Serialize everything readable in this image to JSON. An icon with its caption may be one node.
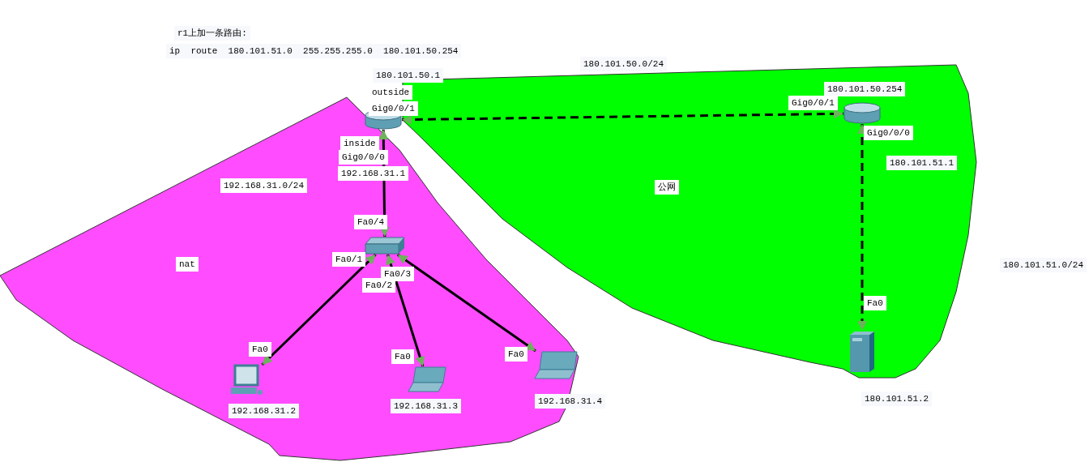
{
  "diagram": {
    "nodes": [
      {
        "text": [
          "192.168.31.0/24",
          "nat"
        ]
      },
      {
        "text": [],
        "shape": "router",
        "beside": [
          "180.101.50.1"
        ]
      },
      {
        "text": [],
        "shape": "switch",
        "in": 0
      },
      {
        "text": [],
        "shape": "computer",
        "in": 0,
        "beside": [
          "192.168.31.2"
        ]
      },
      {
        "text": [],
        "shape": "laptop",
        "in": 0,
        "beside": [
          "192.168.31.3"
        ]
      },
      {
        "text": [],
        "shape": "laptop",
        "in": 0,
        "beside": [
          "192.168.31.4"
        ]
      },
      {
        "text": [
          "公网"
        ]
      },
      {
        "text": [],
        "shape": "router",
        "in": 6,
        "beside": [
          "180.101.50.254"
        ]
      },
      {
        "text": [],
        "shape": "server",
        "in": 6,
        "beside": [
          "180.101.51.2"
        ]
      }
    ],
    "edges": [
      {
        "from": 1,
        "to": 7,
        "arrow": "both",
        "style": "dashed"
      },
      {
        "from": 1,
        "to": 2,
        "arrow": "both"
      },
      {
        "from": 2,
        "to": 3,
        "arrow": "both"
      },
      {
        "from": 2,
        "to": 4,
        "arrow": "both"
      },
      {
        "from": 2,
        "to": 5,
        "arrow": "both"
      },
      {
        "from": 7,
        "to": 8,
        "arrow": "both",
        "style": "dashed"
      }
    ],
    "labels": [
      "r1上加一条路由:",
      "ip  route  180.101.51.0  255.255.255.0  180.101.50.254",
      "180.101.50.0/24",
      "outside",
      "Gig0/0/1",
      "Gig0/0/1",
      "inside",
      "Gig0/0/0",
      "Gig0/0/0",
      "192.168.31.1",
      "180.101.51.1",
      "Fa0/4",
      "Fa0/1",
      "Fa0/3",
      "Fa0/2",
      "180.101.51.0/24",
      "Fa0",
      "Fa0",
      "Fa0",
      "Fa0"
    ]
  }
}
